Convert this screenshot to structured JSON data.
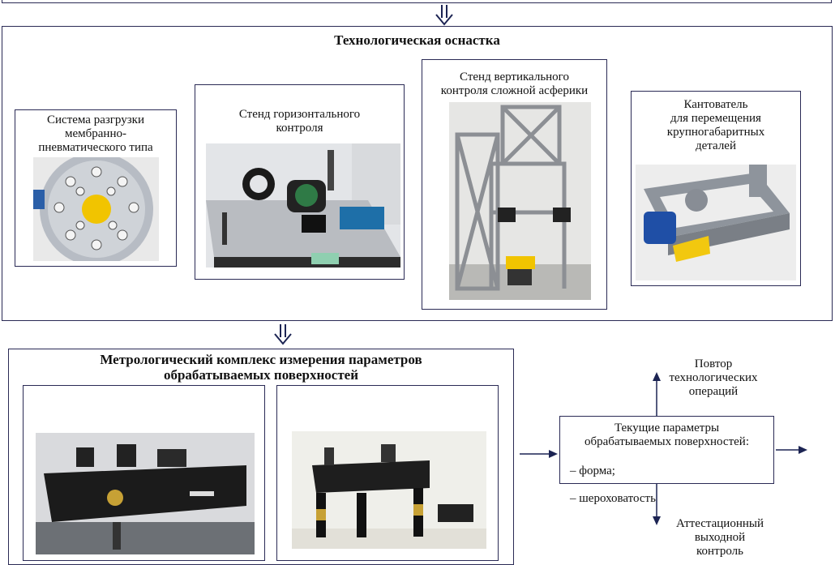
{
  "top": {
    "title": "Технологическая оснастка",
    "items": [
      {
        "caption": "Система разгрузки\nмембранно-\nпневматического типа"
      },
      {
        "caption": "Стенд горизонтального\nконтроля"
      },
      {
        "caption": "Стенд вертикального\nконтроля сложной асферики"
      },
      {
        "caption": "Кантователь\nдля перемещения\nкрупногабаритных\nдеталей"
      }
    ]
  },
  "bottom": {
    "title": "Метрологический комплекс измерения параметров\nобрабатываемых поверхностей"
  },
  "params": {
    "title": "Текущие параметры\nобрабатываемых поверхностей:",
    "items": [
      "– форма;",
      "– шероховатость"
    ]
  },
  "repeat_label": "Повтор\nтехнологических\nопераций",
  "attest_label": "Аттестационный\nвыходной\nконтроль",
  "colors": {
    "border": "#2a2a55",
    "arrow": "#1c2453"
  }
}
